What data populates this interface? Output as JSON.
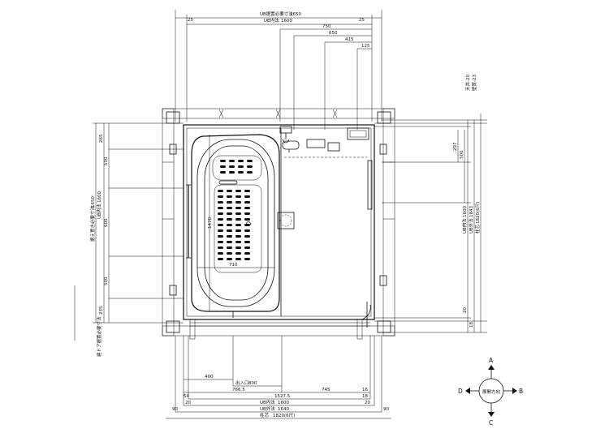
{
  "top_dims": {
    "ub_install_label": "UB据置必要寸法",
    "ub_install_val": "1650",
    "ub_inner_label": "UB内法",
    "ub_inner_val": "1600",
    "left_25": "25",
    "right_25": "25",
    "d750": "750",
    "d650": "650",
    "d415": "415",
    "d125": "125"
  },
  "left_dims": {
    "d265": "265",
    "d500a": "500",
    "d600": "600",
    "d500b": "500",
    "d235": "235",
    "ub_install_label": "据え置き必要寸法",
    "ub_install_val": "1650",
    "ub_inner_label": "UB内法",
    "ub_inner_val": "1600",
    "door_label": "建ドア据置必要寸法"
  },
  "right_dims": {
    "note1": "天井-20",
    "note2": "壁厚-23",
    "d297": "297",
    "d500": "500",
    "d20": "20",
    "d18": "18",
    "ub_inner_label": "UB内法",
    "ub_inner_val": "1600",
    "ub_outer_label": "UB外法",
    "ub_outer_val": "1643",
    "pillar_label": "柱芯",
    "pillar_val": "1820(6尺)"
  },
  "bottom_dims": {
    "d400": "400",
    "d800_label": "出入口",
    "d800": "800",
    "d766": "766.5",
    "d54": "54",
    "d745": "745",
    "d16": "16",
    "d20a": "20",
    "d1527": "1527.5",
    "d18": "18",
    "d20b": "20",
    "ub_inner_label": "UB内法",
    "ub_inner_val": "1600",
    "ub_outer_label": "UB外法",
    "ub_outer_val": "1640",
    "d90a": "90",
    "d90b": "90",
    "pillar_label": "柱芯",
    "pillar_val": "1820(6尺)"
  },
  "tub": {
    "length": "1470",
    "width": "710"
  },
  "compass": {
    "a": "A",
    "b": "B",
    "c": "C",
    "d": "D",
    "label": "展開方向"
  }
}
